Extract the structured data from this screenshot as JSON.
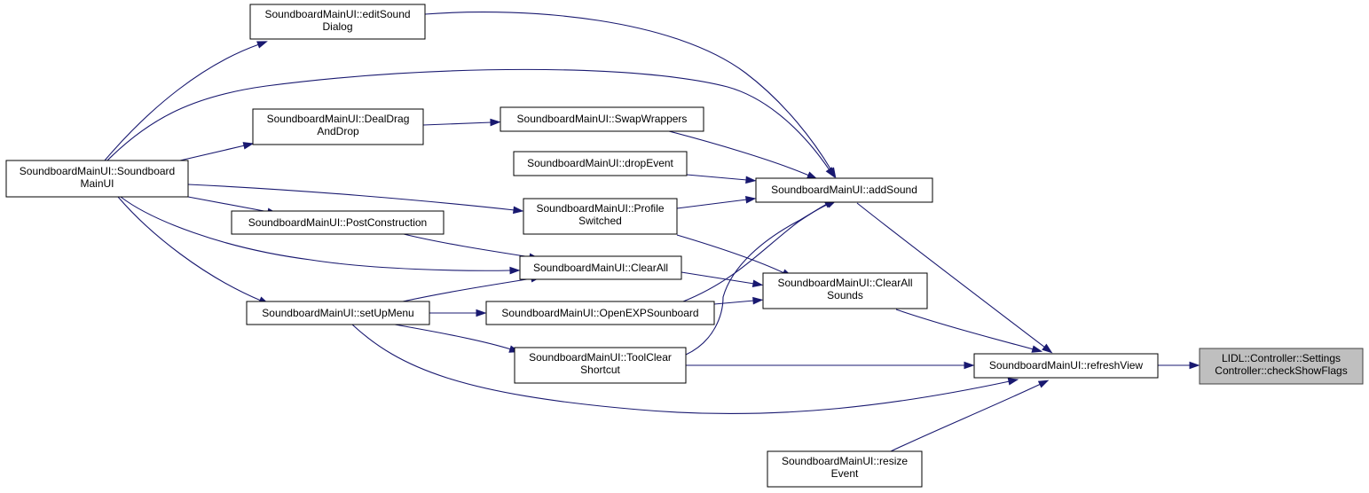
{
  "colors": {
    "edge": "#191970",
    "focus_fill": "#bfbfbf",
    "node_fill": "#ffffff"
  },
  "nodes": {
    "checkShowFlags": {
      "lines": [
        "LIDL::Controller::Settings",
        "Controller::checkShowFlags"
      ],
      "focus": true
    },
    "refreshView": {
      "lines": [
        "SoundboardMainUI::refreshView"
      ]
    },
    "addSound": {
      "lines": [
        "SoundboardMainUI::addSound"
      ]
    },
    "clearAllSounds": {
      "lines": [
        "SoundboardMainUI::ClearAll",
        "Sounds"
      ]
    },
    "resizeEvent": {
      "lines": [
        "SoundboardMainUI::resize",
        "Event"
      ]
    },
    "toolClearShortcut": {
      "lines": [
        "SoundboardMainUI::ToolClear",
        "Shortcut"
      ]
    },
    "setUpMenu": {
      "lines": [
        "SoundboardMainUI::setUpMenu"
      ]
    },
    "soundboardMainUI": {
      "lines": [
        "SoundboardMainUI::Soundboard",
        "MainUI"
      ]
    },
    "editSoundDialog": {
      "lines": [
        "SoundboardMainUI::editSound",
        "Dialog"
      ]
    },
    "swapWrappers": {
      "lines": [
        "SoundboardMainUI::SwapWrappers"
      ]
    },
    "dealDragAndDrop": {
      "lines": [
        "SoundboardMainUI::DealDrag",
        "AndDrop"
      ]
    },
    "dropEvent": {
      "lines": [
        "SoundboardMainUI::dropEvent"
      ]
    },
    "profileSwitched": {
      "lines": [
        "SoundboardMainUI::Profile",
        "Switched"
      ]
    },
    "openEXPSounboard": {
      "lines": [
        "SoundboardMainUI::OpenEXPSounboard"
      ]
    },
    "clearAll": {
      "lines": [
        "SoundboardMainUI::ClearAll"
      ]
    },
    "postConstruction": {
      "lines": [
        "SoundboardMainUI::PostConstruction"
      ]
    }
  },
  "edges": [
    {
      "from": "refreshView",
      "to": "checkShowFlags"
    },
    {
      "from": "addSound",
      "to": "refreshView"
    },
    {
      "from": "clearAllSounds",
      "to": "refreshView"
    },
    {
      "from": "resizeEvent",
      "to": "refreshView"
    },
    {
      "from": "setUpMenu",
      "to": "refreshView"
    },
    {
      "from": "toolClearShortcut",
      "to": "refreshView"
    },
    {
      "from": "soundboardMainUI",
      "to": "addSound"
    },
    {
      "from": "editSoundDialog",
      "to": "addSound"
    },
    {
      "from": "swapWrappers",
      "to": "addSound"
    },
    {
      "from": "dropEvent",
      "to": "addSound"
    },
    {
      "from": "profileSwitched",
      "to": "addSound"
    },
    {
      "from": "openEXPSounboard",
      "to": "addSound"
    },
    {
      "from": "toolClearShortcut",
      "to": "addSound"
    },
    {
      "from": "soundboardMainUI",
      "to": "editSoundDialog"
    },
    {
      "from": "soundboardMainUI",
      "to": "dealDragAndDrop"
    },
    {
      "from": "dealDragAndDrop",
      "to": "swapWrappers"
    },
    {
      "from": "soundboardMainUI",
      "to": "profileSwitched"
    },
    {
      "from": "soundboardMainUI",
      "to": "postConstruction"
    },
    {
      "from": "soundboardMainUI",
      "to": "clearAll"
    },
    {
      "from": "soundboardMainUI",
      "to": "setUpMenu"
    },
    {
      "from": "profileSwitched",
      "to": "clearAllSounds"
    },
    {
      "from": "clearAll",
      "to": "clearAllSounds"
    },
    {
      "from": "openEXPSounboard",
      "to": "clearAllSounds"
    },
    {
      "from": "postConstruction",
      "to": "clearAll"
    },
    {
      "from": "setUpMenu",
      "to": "clearAll"
    },
    {
      "from": "setUpMenu",
      "to": "openEXPSounboard"
    },
    {
      "from": "setUpMenu",
      "to": "toolClearShortcut"
    }
  ]
}
